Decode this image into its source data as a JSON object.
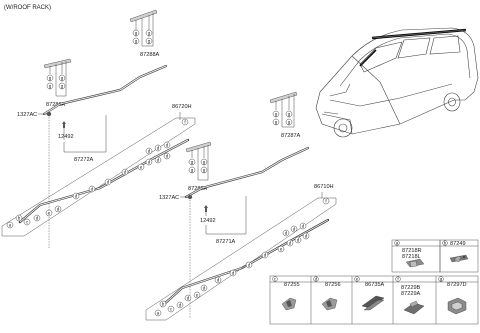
{
  "header": "(W/ROOF RACK)",
  "labels": {
    "p87288A": "87288A",
    "p87286A": "87286A",
    "p1327AC_top": "1327AC",
    "p12492_top": "12492",
    "p87272A": "87272A",
    "p86720H": "86720H",
    "p87287A": "87287A",
    "p87285A": "87285A",
    "p1327AC_bot": "1327AC",
    "p12492_bot": "12492",
    "p87271A": "87271A",
    "p86710H": "86710H"
  },
  "callouts": {
    "a": "a",
    "b": "b",
    "c": "c",
    "d": "d",
    "e": "e",
    "f": "f",
    "g": "g"
  },
  "legend": {
    "row1": [
      {
        "letter": "a",
        "parts": [
          "87218R",
          "87218L"
        ]
      },
      {
        "letter": "b",
        "parts": [
          "87249"
        ]
      }
    ],
    "row2": [
      {
        "letter": "c",
        "parts": [
          "87255"
        ]
      },
      {
        "letter": "d",
        "parts": [
          "87256"
        ]
      },
      {
        "letter": "e",
        "parts": [
          "86735A"
        ]
      },
      {
        "letter": "f",
        "parts": [
          "87229B",
          "87229A"
        ]
      },
      {
        "letter": "g",
        "parts": [
          "87297D"
        ]
      }
    ]
  }
}
